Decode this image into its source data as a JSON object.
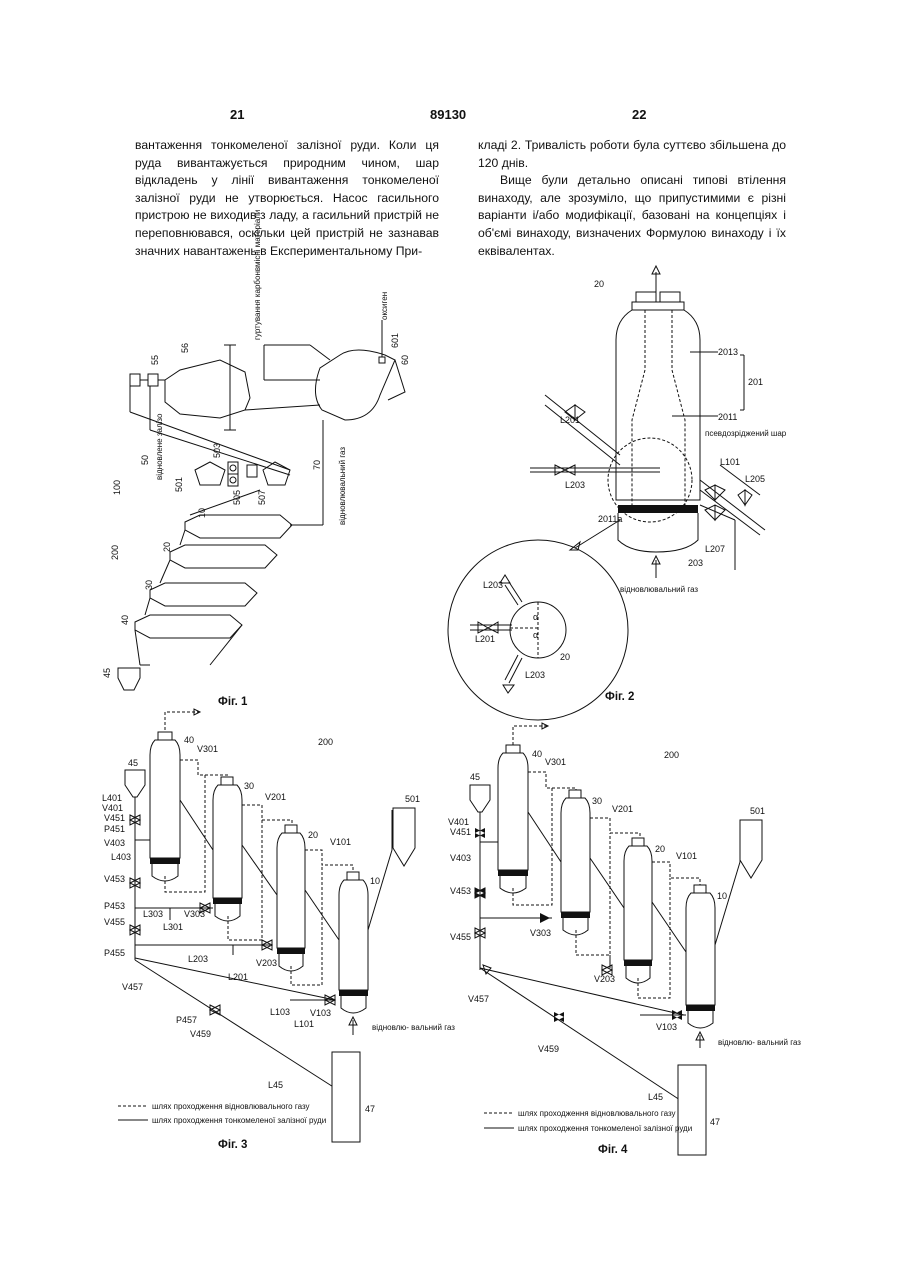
{
  "header": {
    "left_page": "21",
    "patent_no": "89130",
    "right_page": "22"
  },
  "left_text": [
    "вантаження тонкомеленої залізної руди. Коли ця руда вивантажується природним чином, шар відкладень у лінії вивантаження тонкомеленої залізної руди не утворюється. Насос гасильного пристрою не виходив з ладу, а гасильний пристрій не переповнювався, оскільки цей пристрій не зазнавав значних навантажень в Експериментальному При-"
  ],
  "right_text": [
    "кладі 2. Тривалість роботи була суттєво збільшена до 120 днів.",
    "Вище були детально описані типові втілення винаходу, але зрозуміло, що припустимими є різні варіанти і/або модифікації, базовані на концепціях і об'ємі винаходу, визначених Формулою винаходу і їх еквівалентах."
  ],
  "fig1": {
    "caption": "Фіг. 1",
    "labels": {
      "n100": "100",
      "n200": "200",
      "n10": "10",
      "n20": "20",
      "n30": "30",
      "n40": "40",
      "n45": "45",
      "n50": "50",
      "n55": "55",
      "n56": "56",
      "n60": "60",
      "n601": "601",
      "n70": "70",
      "n501": "501",
      "n503": "503",
      "n505": "505",
      "n507": "507"
    },
    "text_reduced_iron": "відновлене залізо",
    "text_reducing_gas": "відновлювальний газ",
    "text_carbon": "гуртування карбонвмісні матеріали",
    "text_oxygen": "оксиген"
  },
  "fig2": {
    "caption": "Фіг. 2",
    "labels": {
      "n20": "20",
      "n201": "201",
      "n2013": "2013",
      "n2011": "2011",
      "n2011a": "2011a",
      "n203": "203",
      "L201": "L201",
      "L203": "L203",
      "L101": "L101",
      "L205": "L205",
      "L207": "L207",
      "alpha": "α",
      "n20b": "20",
      "L203b": "L203",
      "L201b": "L201",
      "L203c": "L203"
    },
    "text_bed": "псевдозріджений шар",
    "text_gas": "відновлювальний газ"
  },
  "fig3": {
    "caption": "Фіг. 3",
    "labels": {
      "n200": "200",
      "n40": "40",
      "n30": "30",
      "n20": "20",
      "n10": "10",
      "n45": "45",
      "n47": "47",
      "n501": "501",
      "V301": "V301",
      "V201": "V201",
      "V101": "V101",
      "L401": "L401",
      "V401": "V401",
      "V451": "V451",
      "P451": "P451",
      "V403": "V403",
      "L403": "L403",
      "V453": "V453",
      "P453": "P453",
      "L303": "L303",
      "V303": "V303",
      "L301": "L301",
      "V455": "V455",
      "P455": "P455",
      "L203": "L203",
      "L201": "L201",
      "V203": "V203",
      "V457": "V457",
      "L103": "L103",
      "V103": "V103",
      "L101": "L101",
      "P457": "P457",
      "V459": "V459",
      "L45": "L45"
    },
    "text_gas": "відновлю- вальний газ",
    "legend_gas": "шлях проходження відновлювального газу",
    "legend_ore": "шлях проходження тонкомеленої залізної руди"
  },
  "fig4": {
    "caption": "Фіг. 4",
    "labels": {
      "n200": "200",
      "n40": "40",
      "n30": "30",
      "n20": "20",
      "n10": "10",
      "n45": "45",
      "n47": "47",
      "n501": "501",
      "V301": "V301",
      "V201": "V201",
      "V101": "V101",
      "V401": "V401",
      "V451": "V451",
      "V403": "V403",
      "V453": "V453",
      "V303": "V303",
      "V455": "V455",
      "V203": "V203",
      "V457": "V457",
      "V103": "V103",
      "V459": "V459",
      "L45": "L45"
    },
    "text_gas": "відновлю- вальний газ",
    "legend_gas": "шлях проходження відновлювального газу",
    "legend_ore": "шлях проходження тонкомеленої залізної руди"
  }
}
